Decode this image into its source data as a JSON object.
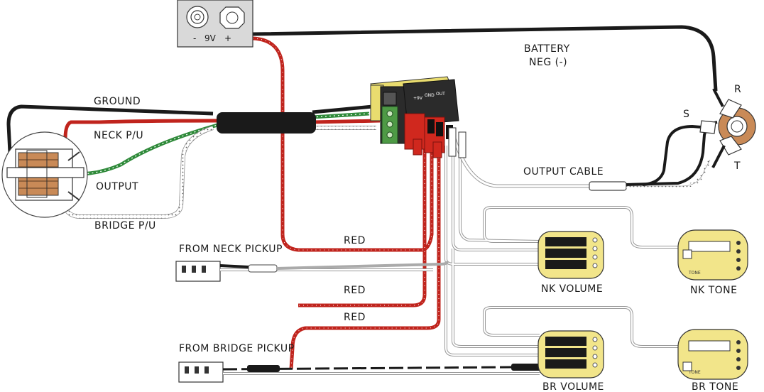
{
  "labels": {
    "ground": "GROUND",
    "neck_pu": "NECK P/U",
    "output": "OUTPUT",
    "bridge_pu": "BRIDGE P/U",
    "battery_neg_line1": "BATTERY",
    "battery_neg_line2": "NEG (-)",
    "output_cable": "OUTPUT CABLE",
    "red_top": "RED",
    "red_mid": "RED",
    "red_low": "RED",
    "from_neck_pickup": "FROM NECK PICKUP",
    "from_bridge_pickup": "FROM BRIDGE PICKUP",
    "nk_volume": "NK VOLUME",
    "nk_tone": "NK TONE",
    "br_volume": "BR VOLUME",
    "br_tone": "BR TONE",
    "battery_minus": "-",
    "battery_9v": "9V",
    "battery_plus": "+",
    "jack_s": "S",
    "jack_r": "R",
    "jack_t": "T"
  },
  "colors": {
    "wire_black": "#1a1a1a",
    "wire_red": "#c0241d",
    "wire_green": "#2f8a3a",
    "pot_yellow": "#f2e58a",
    "board_yellow": "#e9dc6f"
  }
}
